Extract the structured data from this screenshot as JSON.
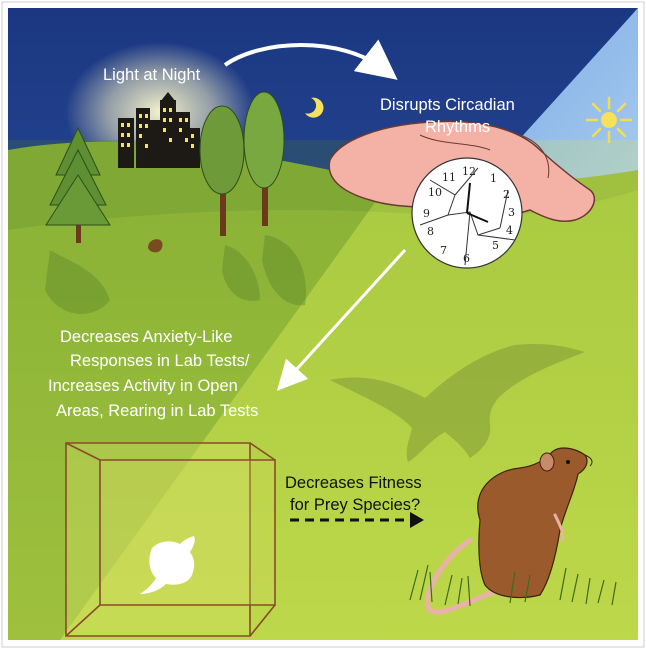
{
  "labels": {
    "light_at_night": "Light at Night",
    "disrupts_line1": "Disrupts Circadian",
    "disrupts_line2": "Rhythms",
    "decreases_line1": "Decreases Anxiety-Like",
    "decreases_line2": "Responses in Lab Tests/",
    "decreases_line3": "Increases Activity in Open",
    "decreases_line4": "Areas, Rearing in Lab Tests",
    "fitness_line1": "Decreases Fitness",
    "fitness_line2": "for Prey Species?"
  },
  "clock_numbers": [
    "12",
    "1",
    "2",
    "3",
    "4",
    "5",
    "6",
    "7",
    "8",
    "9",
    "10",
    "11"
  ],
  "colors": {
    "night_sky": "#1f3d86",
    "day_sky": "#8fb9ea",
    "grass": "#a9cc3a",
    "grass_light": "#c6dc4e",
    "tree": "#6f9a3a",
    "rat": "#9a5a2c",
    "brain": "#f4b2a6"
  }
}
